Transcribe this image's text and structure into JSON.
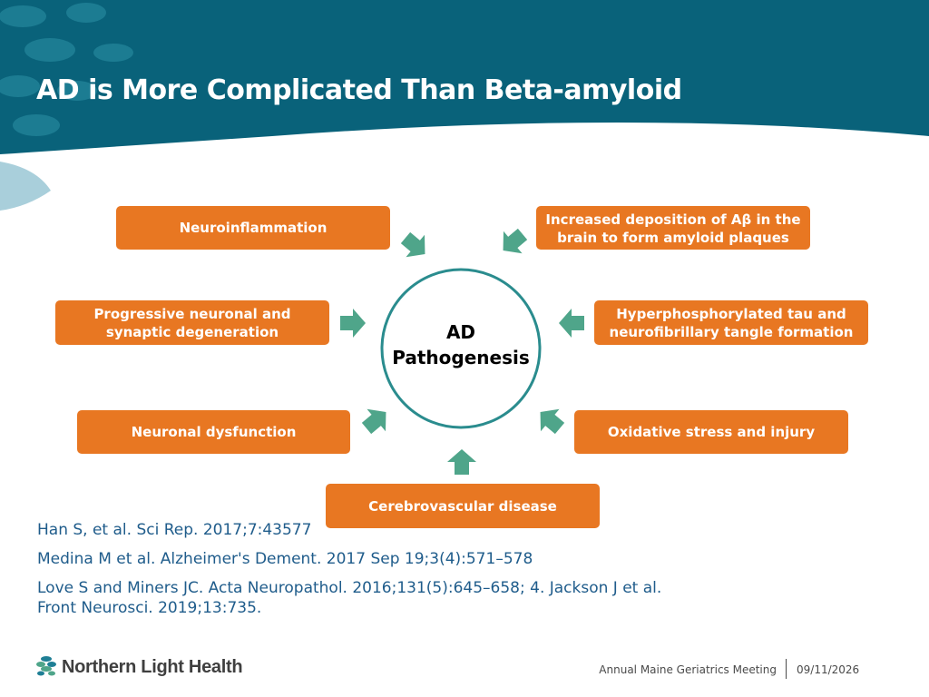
{
  "slide": {
    "title": "AD is More Complicated Than Beta-amyloid"
  },
  "diagram": {
    "center": "AD Pathogenesis",
    "factors": {
      "neuroinflammation": "Neuroinflammation",
      "abeta": "Increased deposition of Aβ in the brain to form amyloid plaques",
      "progressive": "Progressive neuronal and synaptic degeneration",
      "tau": "Hyperphosphorylated tau and neurofibrillary tangle formation",
      "dysfunction": "Neuronal dysfunction",
      "oxidative": "Oxidative stress and injury",
      "cerebrovascular": "Cerebrovascular disease"
    }
  },
  "references": [
    "Han S, et al. Sci Rep. 2017;7:43577",
    "Medina M et al. Alzheimer's Dement. 2017 Sep 19;3(4):571–578",
    "Love S and Miners JC. Acta Neuropathol. 2016;131(5):645–658; 4. Jackson J et al. Front Neurosci. 2019;13:735."
  ],
  "footer": {
    "logo_text": "Northern Light Health",
    "meeting": "Annual Maine Geriatrics Meeting",
    "date": "09/11/2026"
  },
  "colors": {
    "header_teal": "#09627A",
    "box_orange": "#E87722",
    "arrow_green": "#4FA58A",
    "circle_teal": "#2A8C8E",
    "reference_blue": "#1F5C8B"
  }
}
